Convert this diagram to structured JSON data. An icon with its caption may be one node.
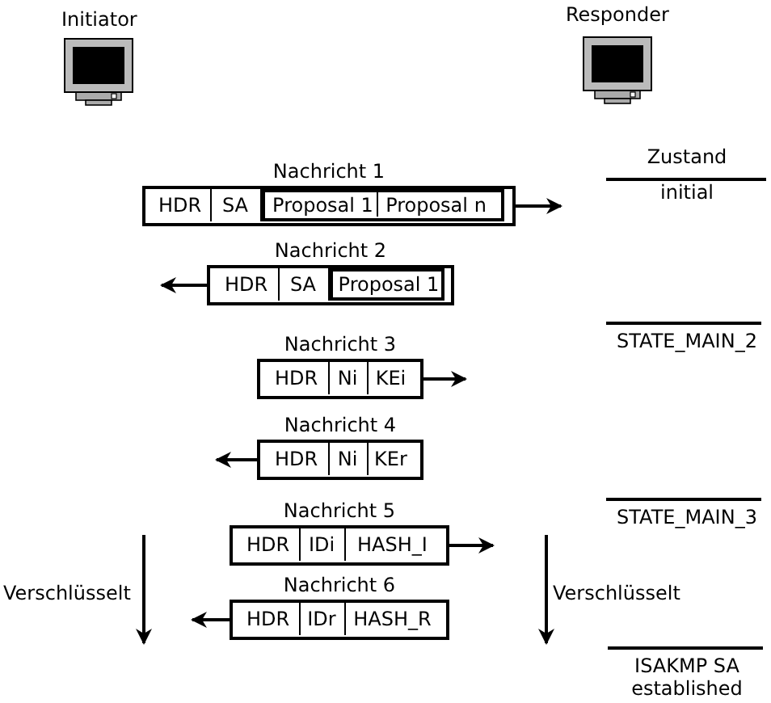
{
  "diagram": {
    "nodes": [
      {
        "text": [
          "Nachricht 1"
        ]
      },
      {
        "text": [
          "HDR"
        ],
        "in": 0
      },
      {
        "text": [
          "SA"
        ],
        "in": 0
      },
      {
        "text": [],
        "shape": "box",
        "in": 0
      },
      {
        "text": [
          "Proposal 1"
        ],
        "in": 3
      },
      {
        "text": [
          "Proposal n"
        ],
        "in": 3
      },
      {
        "text": [
          "Nachricht 2"
        ]
      },
      {
        "text": [
          "HDR"
        ],
        "in": 6
      },
      {
        "text": [
          "SA"
        ],
        "in": 6
      },
      {
        "text": [],
        "shape": "box",
        "in": 6
      },
      {
        "text": [
          "Proposal 1"
        ],
        "in": 9
      },
      {
        "text": [
          "Nachricht 3"
        ]
      },
      {
        "text": [
          "HDR"
        ],
        "in": 11
      },
      {
        "text": [
          "Ni"
        ],
        "in": 11
      },
      {
        "text": [
          "KEi"
        ],
        "in": 11
      },
      {
        "text": [
          "Nachricht 4"
        ]
      },
      {
        "text": [
          "HDR"
        ],
        "in": 15
      },
      {
        "text": [
          "Ni"
        ],
        "in": 15
      },
      {
        "text": [
          "KEr"
        ],
        "in": 15
      },
      {
        "text": [
          "Nachricht 5"
        ]
      },
      {
        "text": [
          "HDR"
        ],
        "in": 19
      },
      {
        "text": [
          "IDi"
        ],
        "in": 19
      },
      {
        "text": [
          "HASH_I"
        ],
        "in": 19
      },
      {
        "text": [
          "Nachricht 6"
        ]
      },
      {
        "text": [
          "HDR"
        ],
        "in": 23
      },
      {
        "text": [
          "IDr"
        ],
        "in": 23
      },
      {
        "text": [
          "HASH_R"
        ],
        "in": 23
      }
    ],
    "edges": [
      {
        "from": 0,
        "to": null,
        "arrow": "to"
      },
      {
        "from": 6,
        "to": null,
        "arrow": "to"
      },
      {
        "from": 11,
        "to": null,
        "arrow": "to"
      },
      {
        "from": 15,
        "to": null,
        "arrow": "to"
      },
      {
        "from": 19,
        "to": null,
        "arrow": "to"
      },
      {
        "from": 23,
        "to": null,
        "arrow": "to"
      }
    ],
    "labels": [
      "Initiator",
      "Responder",
      "Zustand",
      "initial",
      "STATE_MAIN_2",
      "STATE_MAIN_3",
      "Verschlüsselt",
      "Verschlüsselt",
      "ISAKMP SA established"
    ]
  }
}
